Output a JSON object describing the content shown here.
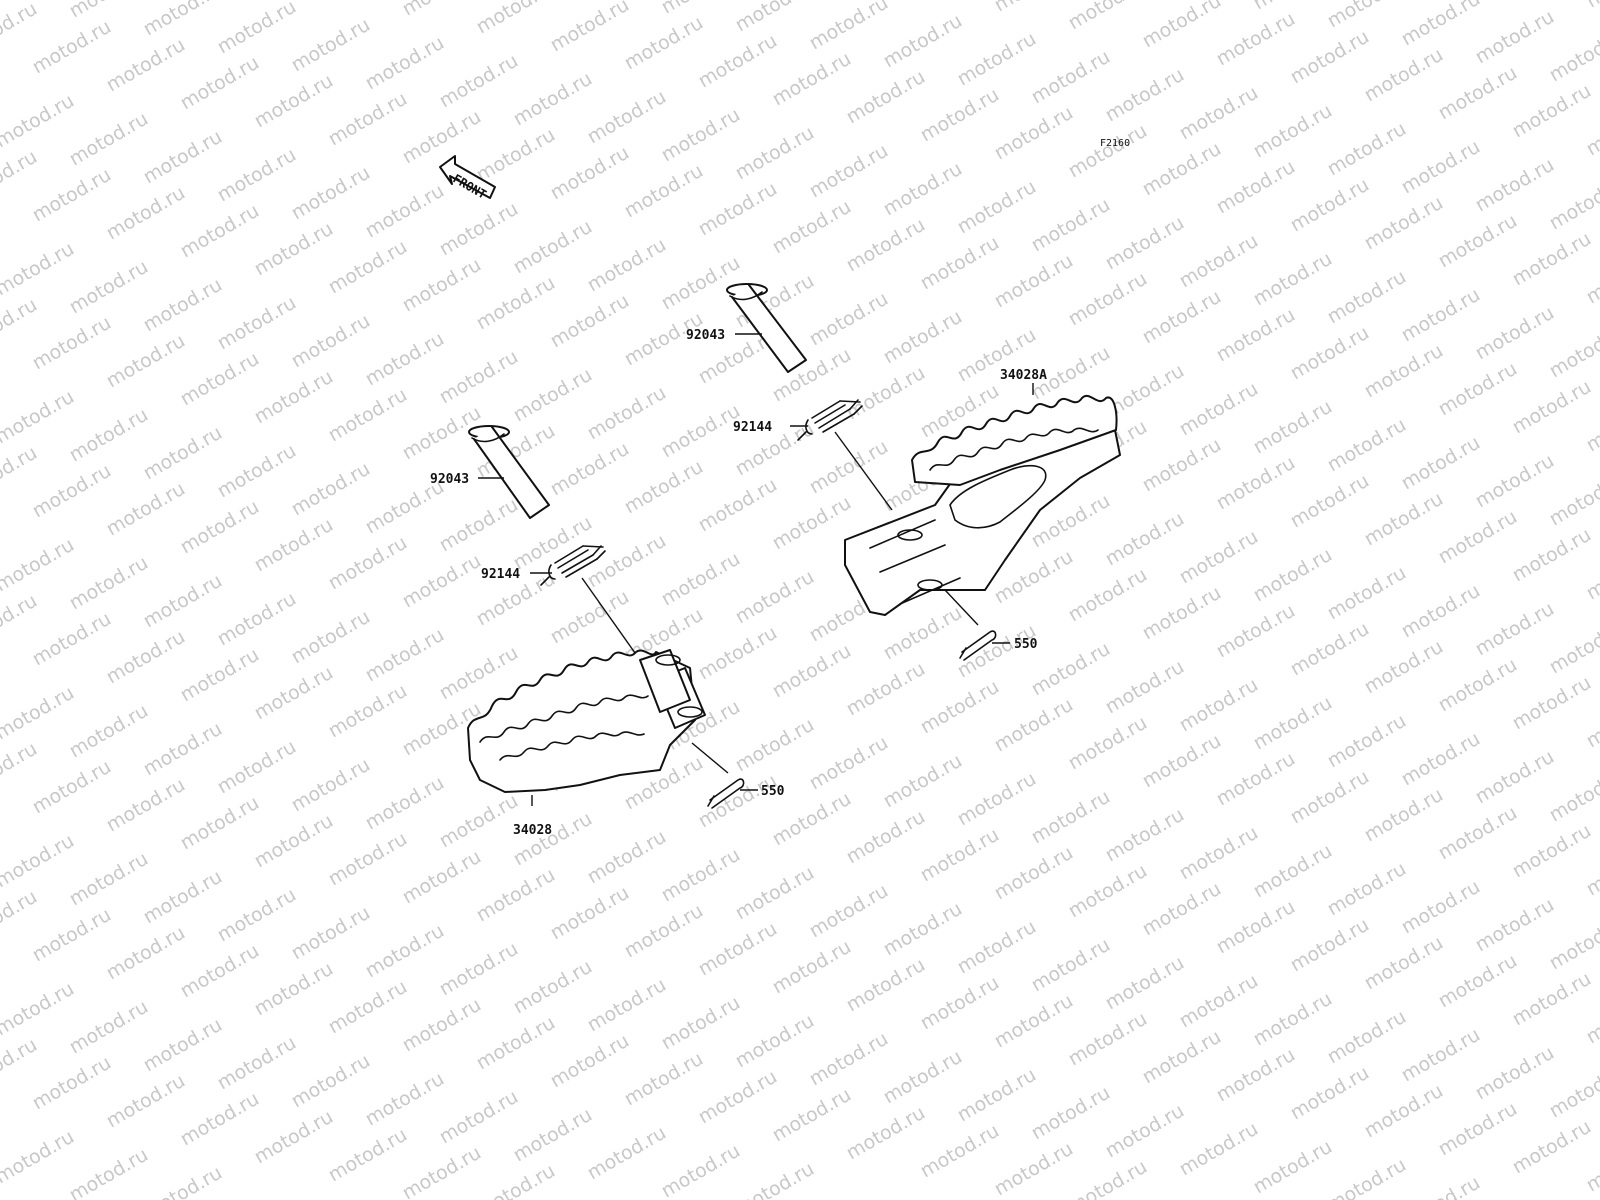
{
  "watermark": "motod.ru",
  "diagram_ref": "F2160",
  "front_label": "FRONT",
  "parts": {
    "pin_upper": "92043",
    "pin_lower": "92043",
    "spring_upper": "92144",
    "spring_lower": "92144",
    "footpeg_right": "34028A",
    "footpeg_left": "34028",
    "cotter_upper": "550",
    "cotter_lower": "550"
  }
}
